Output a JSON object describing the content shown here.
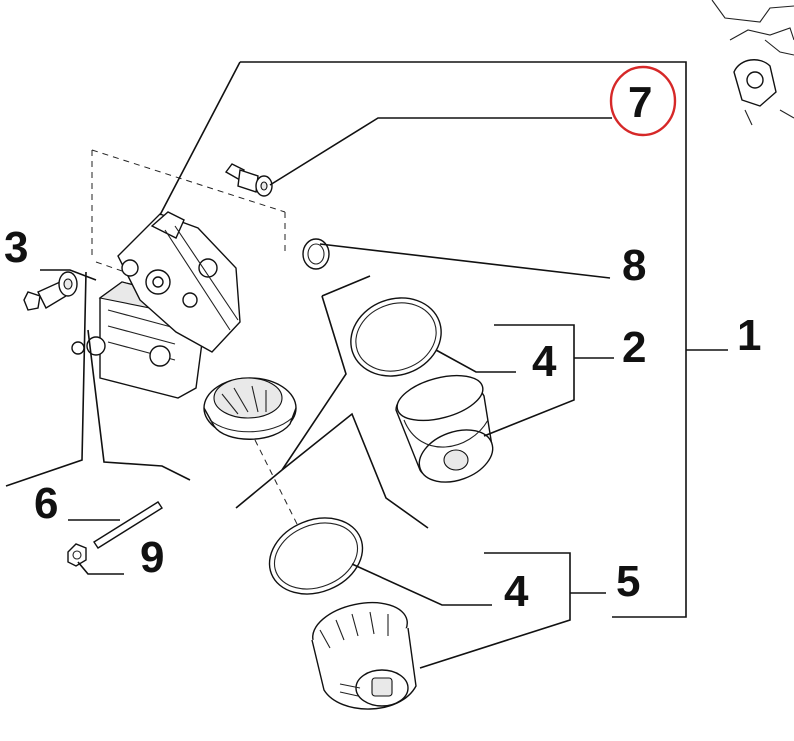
{
  "callouts": {
    "c1": "1",
    "c2": "2",
    "c3": "3",
    "c4a": "4",
    "c4b": "4",
    "c5": "5",
    "c6": "6",
    "c7": "7",
    "c8": "8",
    "c9": "9"
  },
  "colors": {
    "highlight_circle": "#d62828",
    "line": "#111111",
    "background": "#ffffff"
  },
  "highlighted_callout": "7"
}
